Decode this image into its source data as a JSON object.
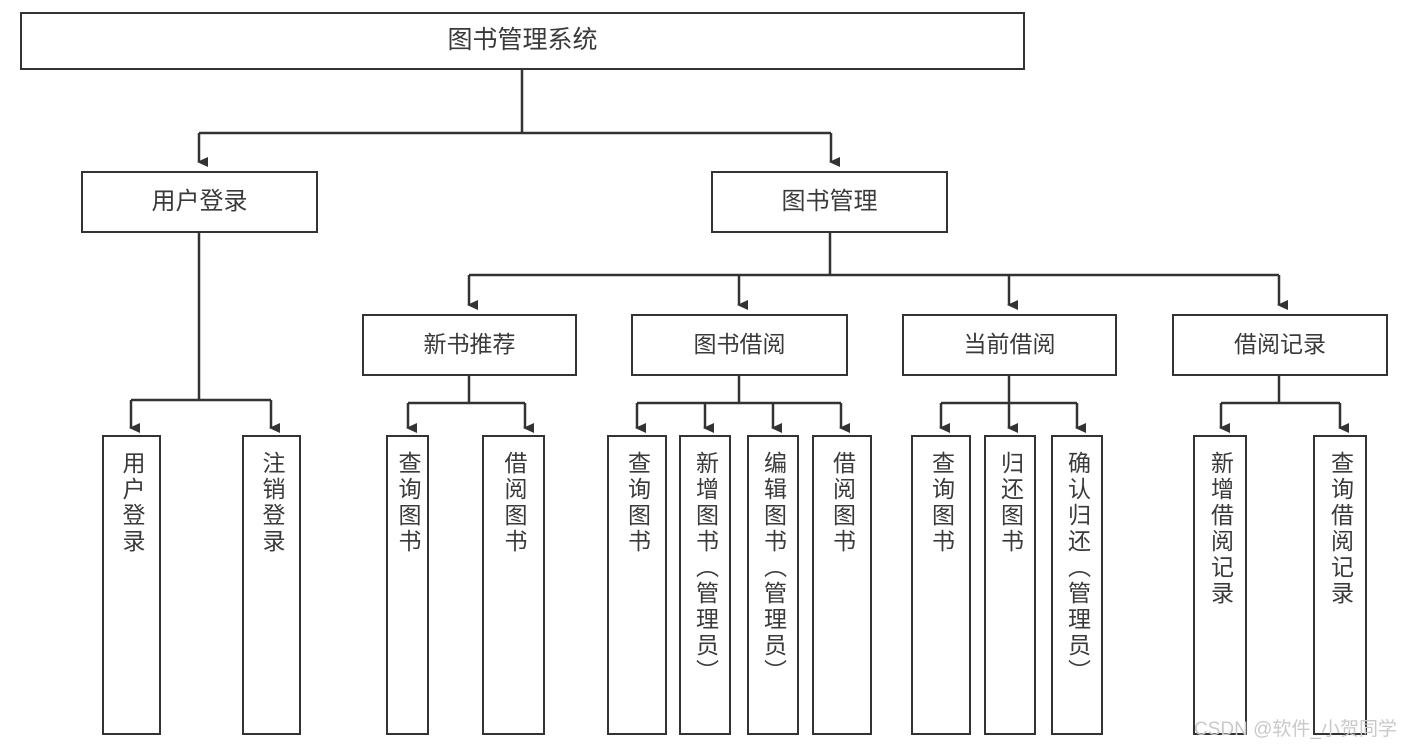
{
  "diagram": {
    "type": "tree-hierarchy",
    "title": "图书管理系统",
    "watermark": "CSDN @软件_小贺同学",
    "colors": {
      "box_border": "#333333",
      "box_fill": "#ffffff",
      "line": "#333333",
      "text": "#3a3a3a",
      "watermark": "#c9c9c9",
      "background": "#ffffff"
    },
    "nodes": {
      "root": {
        "label": "图书管理系统"
      },
      "level1": [
        {
          "label": "用户登录"
        },
        {
          "label": "图书管理"
        }
      ],
      "level2": [
        {
          "label": "新书推荐"
        },
        {
          "label": "图书借阅"
        },
        {
          "label": "当前借阅"
        },
        {
          "label": "借阅记录"
        }
      ],
      "leaves": [
        {
          "label": "用户登录"
        },
        {
          "label": "注销登录"
        },
        {
          "label": "查询图书"
        },
        {
          "label": "借阅图书"
        },
        {
          "label": "查询图书"
        },
        {
          "label": "新增图书（管理员）"
        },
        {
          "label": "编辑图书（管理员）"
        },
        {
          "label": "借阅图书"
        },
        {
          "label": "查询图书"
        },
        {
          "label": "归还图书"
        },
        {
          "label": "确认归还（管理员）"
        },
        {
          "label": "新增借阅记录"
        },
        {
          "label": "查询借阅记录"
        }
      ]
    },
    "edges": [
      {
        "from": "图书管理系统",
        "to": "用户登录"
      },
      {
        "from": "图书管理系统",
        "to": "图书管理"
      },
      {
        "from": "用户登录",
        "to": "用户登录"
      },
      {
        "from": "用户登录",
        "to": "注销登录"
      },
      {
        "from": "图书管理",
        "to": "新书推荐"
      },
      {
        "from": "图书管理",
        "to": "图书借阅"
      },
      {
        "from": "图书管理",
        "to": "当前借阅"
      },
      {
        "from": "图书管理",
        "to": "借阅记录"
      },
      {
        "from": "新书推荐",
        "to": "查询图书"
      },
      {
        "from": "新书推荐",
        "to": "借阅图书"
      },
      {
        "from": "图书借阅",
        "to": "查询图书"
      },
      {
        "from": "图书借阅",
        "to": "新增图书（管理员）"
      },
      {
        "from": "图书借阅",
        "to": "编辑图书（管理员）"
      },
      {
        "from": "图书借阅",
        "to": "借阅图书"
      },
      {
        "from": "当前借阅",
        "to": "查询图书"
      },
      {
        "from": "当前借阅",
        "to": "归还图书"
      },
      {
        "from": "当前借阅",
        "to": "确认归还（管理员）"
      },
      {
        "from": "借阅记录",
        "to": "新增借阅记录"
      },
      {
        "from": "借阅记录",
        "to": "查询借阅记录"
      }
    ]
  }
}
